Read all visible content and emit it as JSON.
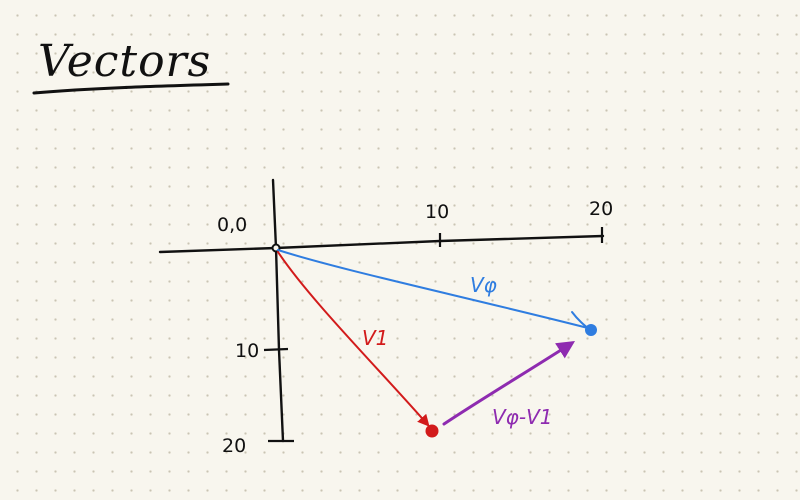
{
  "title": "Vectors",
  "origin_label": "0,0",
  "x_ticks": [
    {
      "label": "10"
    },
    {
      "label": "20"
    }
  ],
  "y_ticks": [
    {
      "label": "10"
    },
    {
      "label": "20"
    }
  ],
  "vectors": {
    "v0": {
      "label": "Vφ",
      "color": "#2f7de0"
    },
    "v1": {
      "label": "V1",
      "color": "#d21b1b"
    },
    "diff": {
      "label": "Vφ-V1",
      "color": "#8e2bb0"
    }
  }
}
